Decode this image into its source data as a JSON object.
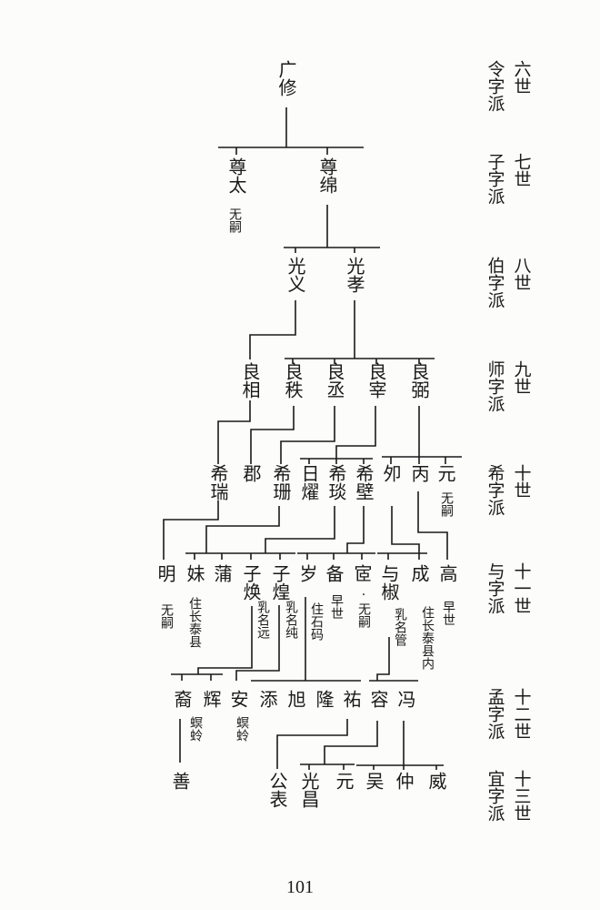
{
  "generations": [
    {
      "gen": "六世",
      "pai": "令字派"
    },
    {
      "gen": "七世",
      "pai": "子字派"
    },
    {
      "gen": "八世",
      "pai": "伯字派"
    },
    {
      "gen": "九世",
      "pai": "师字派"
    },
    {
      "gen": "十世",
      "pai": "希字派"
    },
    {
      "gen": "十一世",
      "pai": "与字派"
    },
    {
      "gen": "十二世",
      "pai": "孟字派"
    },
    {
      "gen": "十三世",
      "pai": "宜字派"
    }
  ],
  "people": {
    "guangxiu": "广修",
    "zuntai": "尊太",
    "zunmian": "尊绵",
    "guangyi": "光义",
    "guangxiao": "光孝",
    "liangxiang": "良相",
    "liangzhi": "良秩",
    "liangcheng": "良丞",
    "liangxin": "良宰",
    "liangbi": "良弼",
    "xirui": "希瑞",
    "jun": "郡",
    "xishan": "希珊",
    "riyao": "日燿",
    "xitan": "希琰",
    "xibi": "希壁",
    "mao": "夘",
    "bing": "丙",
    "yuan": "元",
    "ming": "明",
    "mei": "妹",
    "pu": "蒲",
    "zihuan": "子焕",
    "zihuang": "子煌",
    "sui": "岁",
    "bei": "备",
    "yi": "宧",
    "yushu": "与椒",
    "cheng": "成",
    "gao": "高",
    "yi2": "裔",
    "hui": "辉",
    "an": "安",
    "tian": "添",
    "xu": "旭",
    "long": "隆",
    "you": "祐",
    "rong": "容",
    "feng": "冯",
    "shan": "善",
    "gongbiao": "公表",
    "guangchang": "光昌",
    "yuan2": "元",
    "wu": "吴",
    "zhong": "仲",
    "wei": "威"
  },
  "notes": {
    "zuntai_wusi": "无嗣",
    "yuan_wusi": "无嗣",
    "yi_wusi": "·无嗣",
    "ming_wusi": "无嗣",
    "mei_residence": "住长泰县",
    "zihuan_milk": "乳名远",
    "zihuang_milk": "乳名纯",
    "sui_residence": "住石码",
    "bei_early": "早世",
    "yushu_milk": "乳名管",
    "cheng_residence": "住长泰县内",
    "gao_early": "早世",
    "yi2_place": "螟蛉",
    "an_place": "螟蛉"
  },
  "page_number": "101"
}
